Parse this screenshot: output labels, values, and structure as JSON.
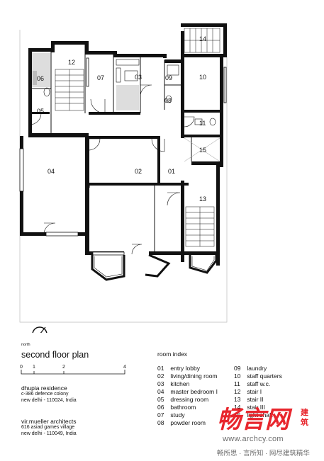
{
  "rooms": [
    {
      "id": "room-01",
      "label": "01"
    },
    {
      "id": "room-02",
      "label": "02"
    },
    {
      "id": "room-03",
      "label": "03"
    },
    {
      "id": "room-04",
      "label": "04"
    },
    {
      "id": "room-05",
      "label": "05"
    },
    {
      "id": "room-06",
      "label": "06"
    },
    {
      "id": "room-07",
      "label": "07"
    },
    {
      "id": "room-08",
      "label": "08"
    },
    {
      "id": "room-09",
      "label": "09"
    },
    {
      "id": "room-10",
      "label": "10"
    },
    {
      "id": "room-11",
      "label": "11"
    },
    {
      "id": "room-12",
      "label": "12"
    },
    {
      "id": "room-13",
      "label": "13"
    },
    {
      "id": "room-14",
      "label": "14"
    },
    {
      "id": "room-15",
      "label": "15"
    }
  ],
  "north_label": "north",
  "plan_title": "second floor plan",
  "scale_ticks": [
    "0",
    "1",
    "2",
    "4"
  ],
  "project": {
    "name": "dhupia residence",
    "address_line1": "c-386 defence colony",
    "address_line2": "new delhi - 110024, India"
  },
  "architect": {
    "name": "vir.mueller architects",
    "address_line1": "616 asiad games village",
    "address_line2": "new delhi - 110049, India"
  },
  "room_index": {
    "title": "room index",
    "col1": [
      {
        "num": "01",
        "name": "entry lobby"
      },
      {
        "num": "02",
        "name": "living/dining room"
      },
      {
        "num": "03",
        "name": "kitchen"
      },
      {
        "num": "04",
        "name": "master bedroom I"
      },
      {
        "num": "05",
        "name": "dressing room"
      },
      {
        "num": "06",
        "name": "bathroom"
      },
      {
        "num": "07",
        "name": "study"
      },
      {
        "num": "08",
        "name": "powder room"
      }
    ],
    "col2": [
      {
        "num": "09",
        "name": "laundry"
      },
      {
        "num": "10",
        "name": "staff quarters"
      },
      {
        "num": "11",
        "name": "staff w.c."
      },
      {
        "num": "12",
        "name": "stair I"
      },
      {
        "num": "13",
        "name": "stair II"
      },
      {
        "num": "14",
        "name": "stair III"
      },
      {
        "num": "15",
        "name": "light shaft"
      }
    ]
  },
  "watermark": {
    "logo_text": "畅言网",
    "logo_side": "建筑",
    "website": "www.archcy.com",
    "slogan": "畅所思 · 言所知 · 网尽建筑精华",
    "color": "#e8262d"
  }
}
